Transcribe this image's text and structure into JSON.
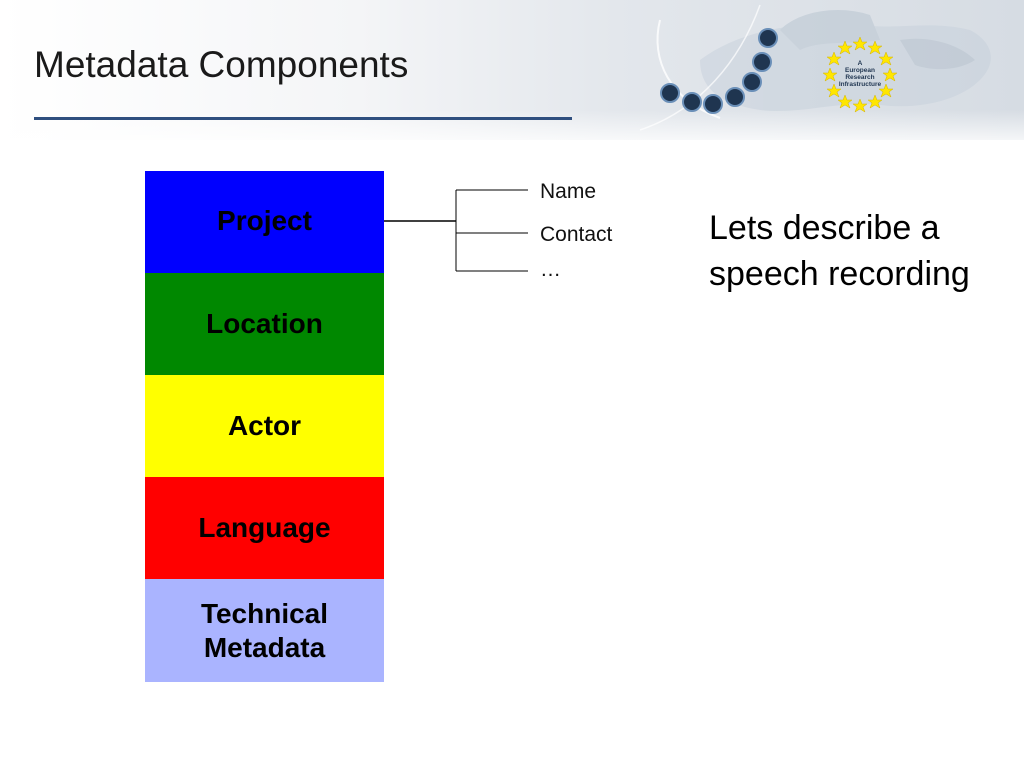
{
  "slide": {
    "title": "Metadata Components",
    "note_line1": "Lets describe a",
    "note_line2": "speech recording"
  },
  "logo": {
    "line1": "A",
    "line2": "European",
    "line3": "Research",
    "line4": "Infrastructure"
  },
  "components": [
    {
      "label": "Project",
      "color": "#0000ff"
    },
    {
      "label": "Location",
      "color": "#008800"
    },
    {
      "label": "Actor",
      "color": "#ffff00"
    },
    {
      "label": "Language",
      "color": "#ff0000"
    },
    {
      "label": "Technical\nMetadata",
      "color": "#aab4ff"
    }
  ],
  "project_fields": [
    "Name",
    "Contact",
    "…"
  ]
}
